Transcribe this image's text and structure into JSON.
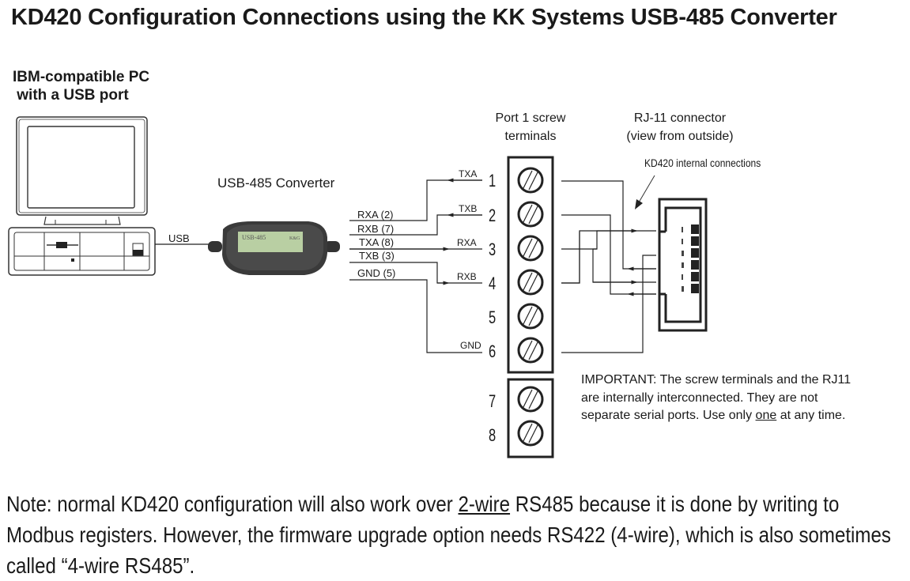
{
  "title": "KD420 Configuration Connections using the KK Systems USB-485 Converter",
  "pc": {
    "label_line1": "IBM-compatible PC",
    "label_line2": " with a USB port",
    "cable_label": "USB"
  },
  "converter": {
    "label": "USB-485 Converter",
    "device_text": "USB-485",
    "brand_text": "K&G"
  },
  "converter_pins": [
    {
      "label": "RXA (2)"
    },
    {
      "label": "RXB (7)"
    },
    {
      "label": "TXA (8)"
    },
    {
      "label": "TXB (3)"
    },
    {
      "label": "GND (5)"
    }
  ],
  "terminal_block": {
    "label_line1": "Port 1 screw",
    "label_line2": "terminals",
    "terminals": [
      {
        "number": "1",
        "signal": "TXA",
        "direction": "out"
      },
      {
        "number": "2",
        "signal": "TXB",
        "direction": "out"
      },
      {
        "number": "3",
        "signal": "RXA",
        "direction": "in"
      },
      {
        "number": "4",
        "signal": "RXB",
        "direction": "in"
      },
      {
        "number": "5",
        "signal": ""
      },
      {
        "number": "6",
        "signal": "GND"
      },
      {
        "number": "7",
        "signal": ""
      },
      {
        "number": "8",
        "signal": ""
      }
    ]
  },
  "rj11": {
    "label_line1": "RJ-11 connector",
    "label_line2": "(view from outside)",
    "internal_label": "KD420 internal connections"
  },
  "important": {
    "line1": "IMPORTANT: The screw terminals and the RJ11",
    "line2": "are internally interconnected. They are not",
    "line3_pre": "separate serial ports. Use only ",
    "line3_underlined": "one",
    "line3_post": " at any time."
  },
  "note": {
    "pre": "Note: normal KD420 configuration will also work over ",
    "underlined": "2-wire",
    "post": " RS485 because it is done by writing to Modbus registers. However, the firmware upgrade option needs RS422 (4-wire), which is also sometimes called “4-wire RS485”."
  }
}
